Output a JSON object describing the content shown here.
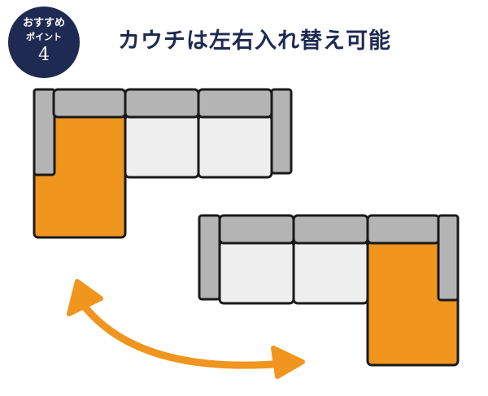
{
  "badge": {
    "line1": "おすすめ",
    "line2": "ポイント",
    "number": "4"
  },
  "title": "カウチは左右入れ替え可能",
  "colors": {
    "navy": "#1f2a52",
    "orange": "#f0951e",
    "gray": "#b4b4b4",
    "seat": "#eeeeee",
    "outline": "#1a1a1a"
  },
  "icons": {
    "sofa_top": "l-shaped-sofa-icon",
    "sofa_bottom": "l-shaped-sofa-icon",
    "swap_arrow": "curved-double-arrow-icon"
  }
}
